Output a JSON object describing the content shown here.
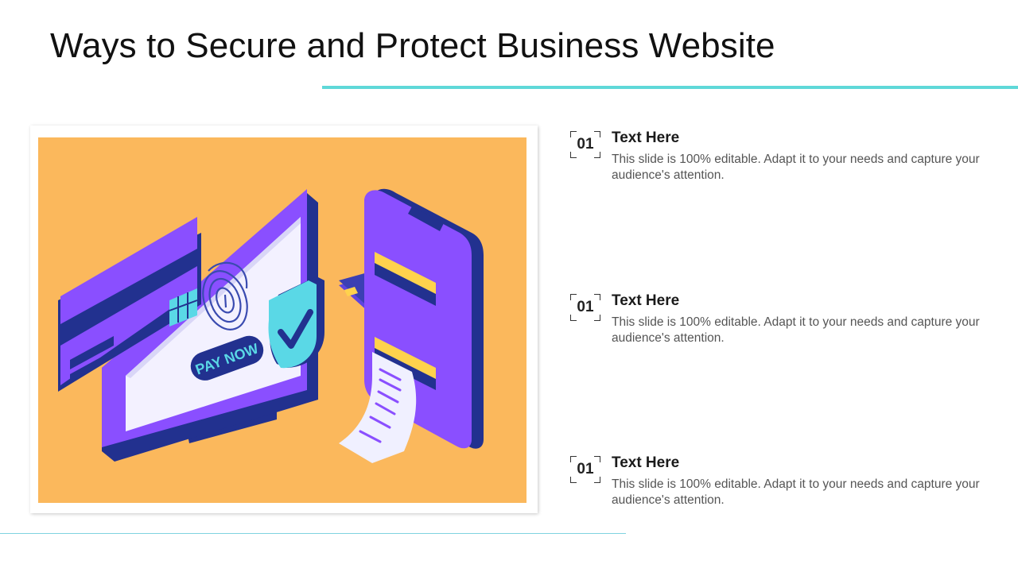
{
  "slide": {
    "title": "Ways to Secure and Protect Business Website"
  },
  "illustration": {
    "pay_button_label": "PAY NOW",
    "colors": {
      "background": "#fbb85c",
      "purple": "#8a4fff",
      "navy": "#22318f",
      "teal": "#5ad8e6",
      "yellow": "#ffd24d"
    }
  },
  "points": [
    {
      "number": "01",
      "heading": "Text Here",
      "body": "This slide is 100% editable. Adapt it to your needs and capture your audience's attention."
    },
    {
      "number": "01",
      "heading": "Text Here",
      "body": "This slide is 100% editable. Adapt it to your needs and capture your audience's attention."
    },
    {
      "number": "01",
      "heading": "Text Here",
      "body": "This slide is 100% editable. Adapt it to your needs and capture your audience's attention."
    }
  ]
}
